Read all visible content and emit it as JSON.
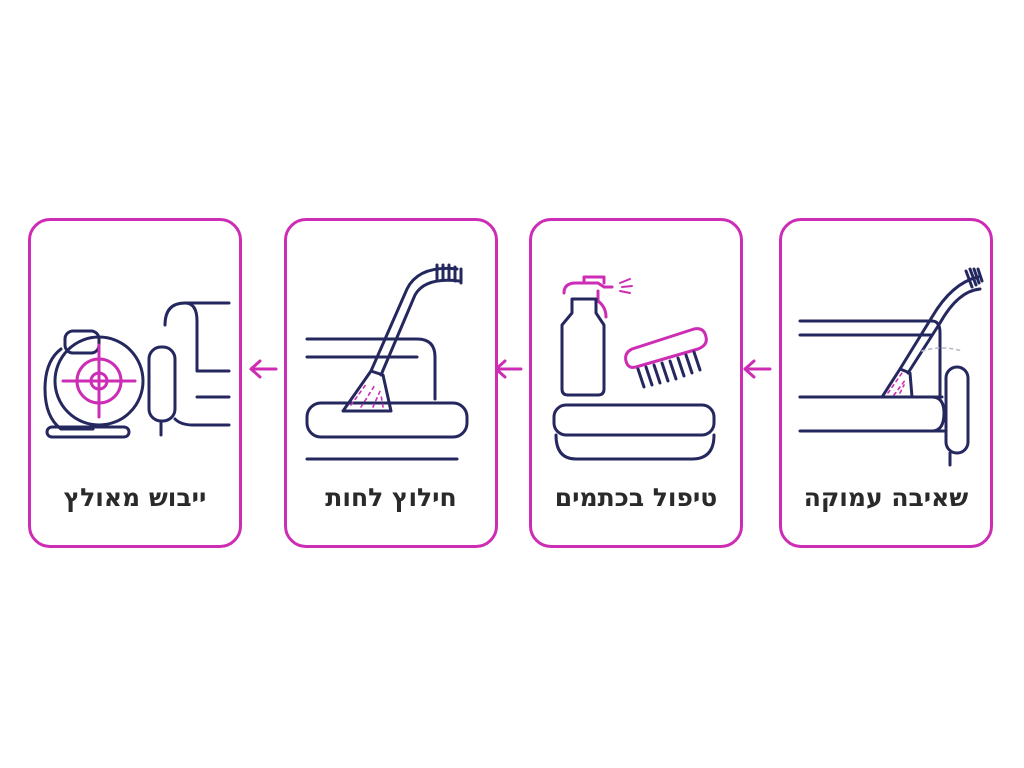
{
  "colors": {
    "accent": "#cc2db4",
    "outline": "#25285e",
    "text": "#2a2a2a"
  },
  "steps": [
    {
      "label": "שאיבה עמוקה",
      "icon": "vacuum-sofa-icon"
    },
    {
      "label": "טיפול בכתמים",
      "icon": "spray-brush-icon"
    },
    {
      "label": "חילוץ לחות",
      "icon": "extraction-sofa-icon"
    },
    {
      "label": "ייבוש מאולץ",
      "icon": "fan-sofa-icon"
    }
  ]
}
